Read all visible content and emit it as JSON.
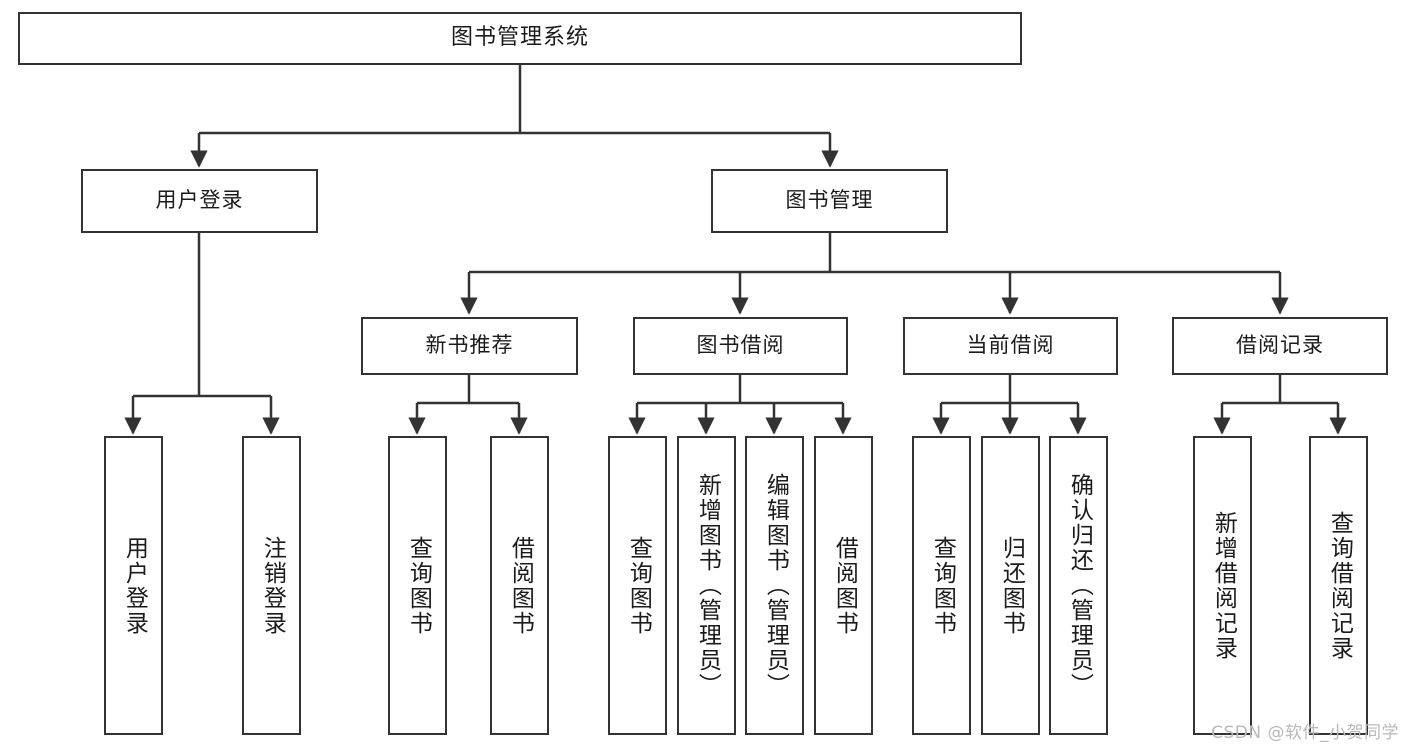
{
  "diagram": {
    "title": "图书管理系统",
    "type": "tree",
    "watermark": "CSDN @软件_小贺同学",
    "colors": {
      "stroke": "#333333",
      "fill": "#ffffff",
      "text": "#1b1b1b",
      "watermark": "#b9b9b9"
    },
    "root": {
      "label": "图书管理系统"
    },
    "level2": [
      {
        "label": "用户登录"
      },
      {
        "label": "图书管理"
      }
    ],
    "level3": [
      {
        "label": "新书推荐"
      },
      {
        "label": "图书借阅"
      },
      {
        "label": "当前借阅"
      },
      {
        "label": "借阅记录"
      }
    ],
    "leaves": {
      "user_login": [
        {
          "label": "用户登录"
        },
        {
          "label": "注销登录"
        }
      ],
      "new_book_recommend": [
        {
          "label": "查询图书"
        },
        {
          "label": "借阅图书"
        }
      ],
      "book_borrow": [
        {
          "label": "查询图书"
        },
        {
          "label": "新增图书（管理员）"
        },
        {
          "label": "编辑图书（管理员）"
        },
        {
          "label": "借阅图书"
        }
      ],
      "current_borrow": [
        {
          "label": "查询图书"
        },
        {
          "label": "归还图书"
        },
        {
          "label": "确认归还（管理员）"
        }
      ],
      "borrow_record": [
        {
          "label": "新增借阅记录"
        },
        {
          "label": "查询借阅记录"
        }
      ]
    }
  }
}
